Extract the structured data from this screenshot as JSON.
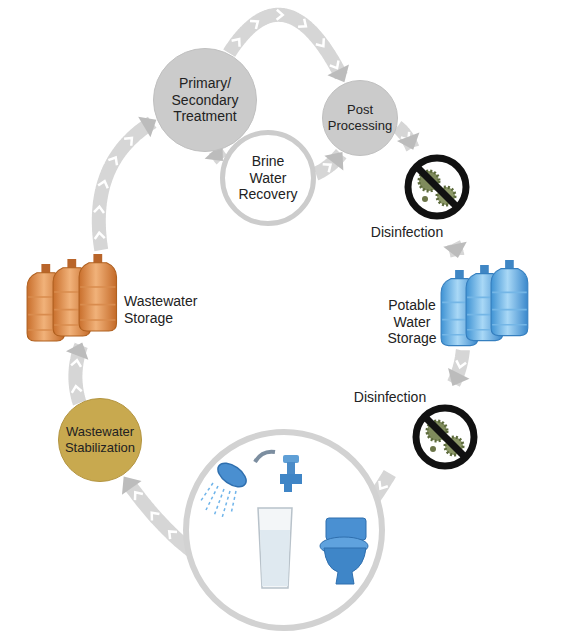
{
  "diagram": {
    "nodes": [
      {
        "text": [
          "Primary/ Secondary Treatment"
        ]
      },
      {
        "text": [
          "Post Processing"
        ]
      },
      {
        "text": [
          "Brine Water Recovery"
        ]
      },
      {
        "text": [
          "Disinfection"
        ]
      },
      {
        "text": [
          "Potable Water Storage"
        ]
      },
      {
        "text": [
          "Disinfection"
        ]
      },
      {
        "text": [
          "Wastewater Stabilization"
        ]
      },
      {
        "text": [
          "Wastewater Storage"
        ]
      }
    ],
    "edges": [
      {
        "from": 7,
        "to": 0,
        "arrow": "to"
      },
      {
        "from": 0,
        "to": 1,
        "arrow": "to"
      },
      {
        "from": 0,
        "to": 2,
        "arrow": "to"
      },
      {
        "from": 2,
        "to": 1,
        "arrow": "to"
      },
      {
        "from": 1,
        "to": 3,
        "arrow": "to"
      },
      {
        "from": 3,
        "to": 4,
        "arrow": "to"
      },
      {
        "from": 4,
        "to": 5,
        "arrow": "to"
      },
      {
        "from": 5,
        "to": 6,
        "arrow": "to"
      },
      {
        "from": 6,
        "to": 7,
        "arrow": "to"
      }
    ]
  }
}
